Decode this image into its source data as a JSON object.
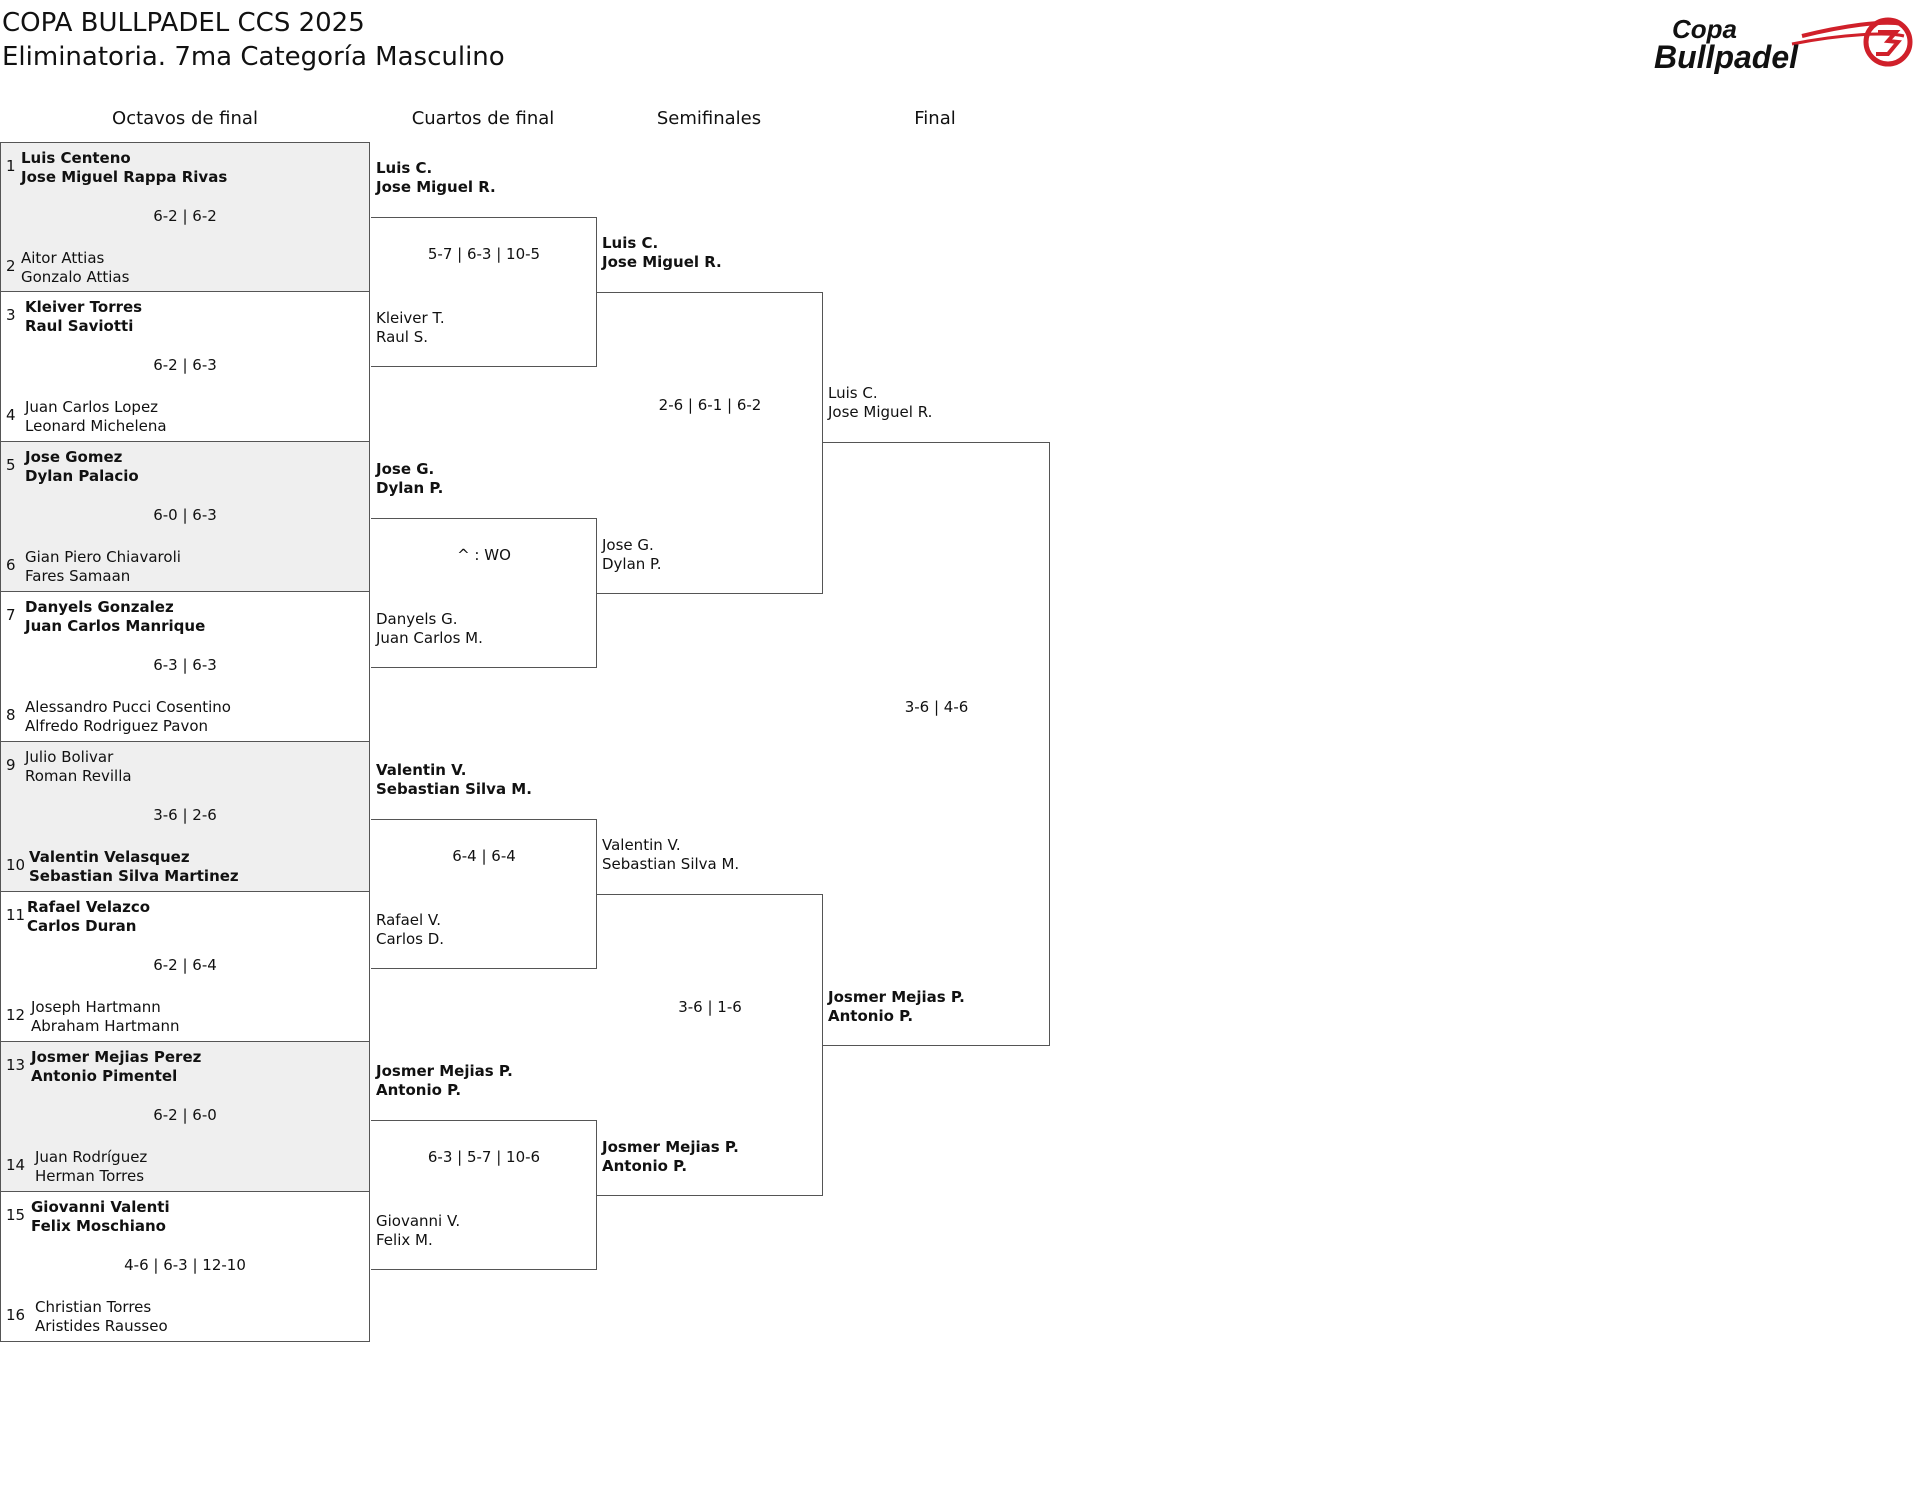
{
  "header": {
    "title": "COPA BULLPADEL CCS 2025",
    "subtitle": "Eliminatoria. 7ma Categoría Masculino",
    "logo_text_1": "Copa",
    "logo_text_2": "Bullpadel",
    "accent_color": "#d0202a"
  },
  "rounds": {
    "r16": "Octavos de final",
    "qf": "Cuartos de final",
    "sf": "Semifinales",
    "final": "Final"
  },
  "r16": [
    {
      "top_seed": "1",
      "top_p1": "Luis Centeno",
      "top_p2": "Jose Miguel Rappa Rivas",
      "score": "6-2 | 6-2",
      "bot_seed": "2",
      "bot_p1": "Aitor Attias",
      "bot_p2": "Gonzalo Attias",
      "winner": "top"
    },
    {
      "top_seed": "3",
      "top_p1": "Kleiver Torres",
      "top_p2": "Raul Saviotti",
      "score": "6-2 | 6-3",
      "bot_seed": "4",
      "bot_p1": "Juan Carlos Lopez",
      "bot_p2": "Leonard Michelena",
      "winner": "top"
    },
    {
      "top_seed": "5",
      "top_p1": "Jose Gomez",
      "top_p2": "Dylan Palacio",
      "score": "6-0 | 6-3",
      "bot_seed": "6",
      "bot_p1": "Gian Piero Chiavaroli",
      "bot_p2": "Fares Samaan",
      "winner": "top"
    },
    {
      "top_seed": "7",
      "top_p1": "Danyels Gonzalez",
      "top_p2": "Juan Carlos Manrique",
      "score": "6-3 | 6-3",
      "bot_seed": "8",
      "bot_p1": "Alessandro Pucci Cosentino",
      "bot_p2": "Alfredo Rodriguez Pavon",
      "winner": "top"
    },
    {
      "top_seed": "9",
      "top_p1": "Julio Bolivar",
      "top_p2": "Roman Revilla",
      "score": "3-6 | 2-6",
      "bot_seed": "10",
      "bot_p1": "Valentin Velasquez",
      "bot_p2": "Sebastian Silva Martinez",
      "winner": "bottom"
    },
    {
      "top_seed": "11",
      "top_p1": "Rafael Velazco",
      "top_p2": "Carlos Duran",
      "score": "6-2 | 6-4",
      "bot_seed": "12",
      "bot_p1": "Joseph Hartmann",
      "bot_p2": "Abraham Hartmann",
      "winner": "top"
    },
    {
      "top_seed": "13",
      "top_p1": "Josmer Mejias Perez",
      "top_p2": "Antonio Pimentel",
      "score": "6-2 | 6-0",
      "bot_seed": "14",
      "bot_p1": "Juan Rodríguez",
      "bot_p2": "Herman Torres",
      "winner": "top"
    },
    {
      "top_seed": "15",
      "top_p1": "Giovanni Valenti",
      "top_p2": "Felix Moschiano",
      "score": "4-6 | 6-3 | 12-10",
      "bot_seed": "16",
      "bot_p1": "Christian Torres",
      "bot_p2": "Aristides Rausseo",
      "winner": "top"
    }
  ],
  "qf": [
    {
      "top_p1": "Luis C.",
      "top_p2": "Jose Miguel R.",
      "score": "5-7 | 6-3 | 10-5",
      "bot_p1": "Kleiver T.",
      "bot_p2": "Raul S.",
      "winner": "top"
    },
    {
      "top_p1": "Jose G.",
      "top_p2": "Dylan P.",
      "score": "^ : WO",
      "bot_p1": "Danyels G.",
      "bot_p2": "Juan Carlos M.",
      "winner": "top"
    },
    {
      "top_p1": "Valentin V.",
      "top_p2": "Sebastian Silva M.",
      "score": "6-4 | 6-4",
      "bot_p1": "Rafael V.",
      "bot_p2": "Carlos D.",
      "winner": "top"
    },
    {
      "top_p1": "Josmer Mejias P.",
      "top_p2": "Antonio P.",
      "score": "6-3 | 5-7 | 10-6",
      "bot_p1": "Giovanni V.",
      "bot_p2": "Felix M.",
      "winner": "top"
    }
  ],
  "sf": [
    {
      "top_p1": "Luis C.",
      "top_p2": "Jose Miguel R.",
      "score": "2-6 | 6-1 | 6-2",
      "bot_p1": "Jose G.",
      "bot_p2": "Dylan P.",
      "winner": "top"
    },
    {
      "top_p1": "Valentin V.",
      "top_p2": "Sebastian Silva M.",
      "score": "3-6 | 1-6",
      "bot_p1": "Josmer Mejias P.",
      "bot_p2": "Antonio P.",
      "winner": "bottom"
    }
  ],
  "final": {
    "top_p1": "Luis C.",
    "top_p2": "Jose Miguel R.",
    "score": "3-6 | 4-6",
    "bot_p1": "Josmer Mejias P.",
    "bot_p2": "Antonio P.",
    "winner": "bottom"
  }
}
